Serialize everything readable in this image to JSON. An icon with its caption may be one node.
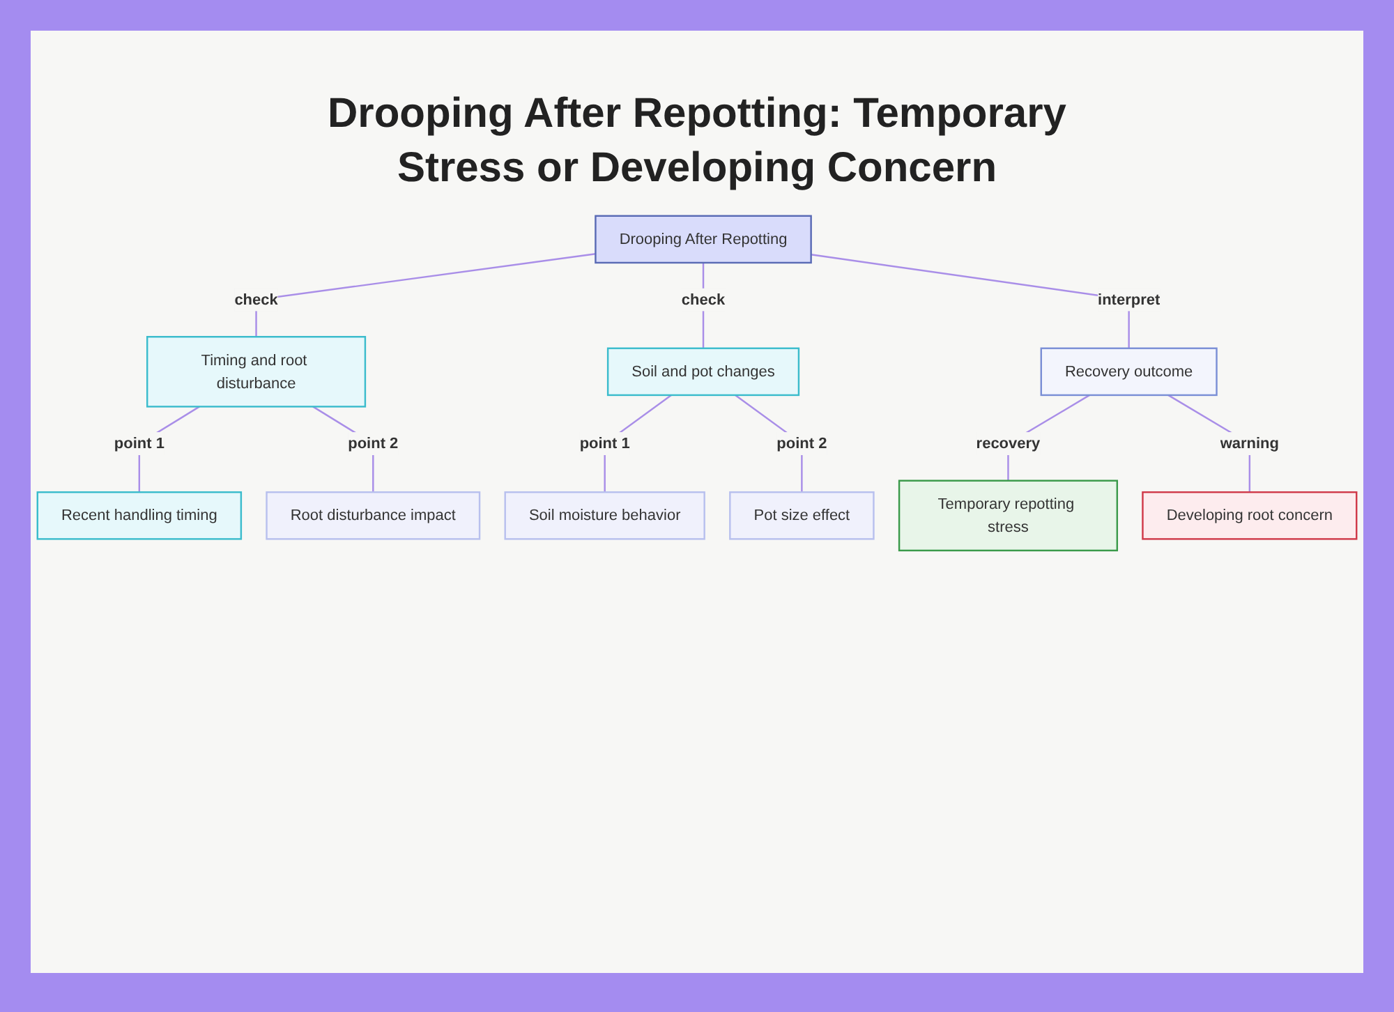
{
  "diagram": {
    "title": "Drooping After Repotting: Temporary Stress or Developing Concern",
    "nodes": [
      {
        "text": [
          "Drooping After Repotting"
        ]
      },
      {
        "text": [
          "Timing and root disturbance"
        ]
      },
      {
        "text": [
          "Soil and pot changes"
        ]
      },
      {
        "text": [
          "Recovery outcome"
        ]
      },
      {
        "text": [
          "Recent handling timing"
        ]
      },
      {
        "text": [
          "Root disturbance impact"
        ]
      },
      {
        "text": [
          "Soil moisture behavior"
        ]
      },
      {
        "text": [
          "Pot size effect"
        ]
      },
      {
        "text": [
          "Temporary repotting stress"
        ]
      },
      {
        "text": [
          "Developing root concern"
        ]
      }
    ],
    "edges": [
      {
        "from": 0,
        "to": 1,
        "arrow": "none",
        "label": "check",
        "color": "#a98ee8"
      },
      {
        "from": 0,
        "to": 2,
        "arrow": "none",
        "label": "check",
        "color": "#a98ee8"
      },
      {
        "from": 0,
        "to": 3,
        "arrow": "none",
        "label": "interpret",
        "color": "#a98ee8"
      },
      {
        "from": 1,
        "to": 4,
        "arrow": "none",
        "label": "point 1",
        "color": "#a98ee8"
      },
      {
        "from": 1,
        "to": 5,
        "arrow": "none",
        "label": "point 2",
        "color": "#a98ee8"
      },
      {
        "from": 2,
        "to": 6,
        "arrow": "none",
        "label": "point 1",
        "color": "#a98ee8"
      },
      {
        "from": 2,
        "to": 7,
        "arrow": "none",
        "label": "point 2",
        "color": "#a98ee8"
      },
      {
        "from": 3,
        "to": 8,
        "arrow": "none",
        "label": "recovery",
        "color": "#a98ee8"
      },
      {
        "from": 3,
        "to": 9,
        "arrow": "none",
        "label": "warning",
        "color": "#a98ee8"
      }
    ]
  }
}
